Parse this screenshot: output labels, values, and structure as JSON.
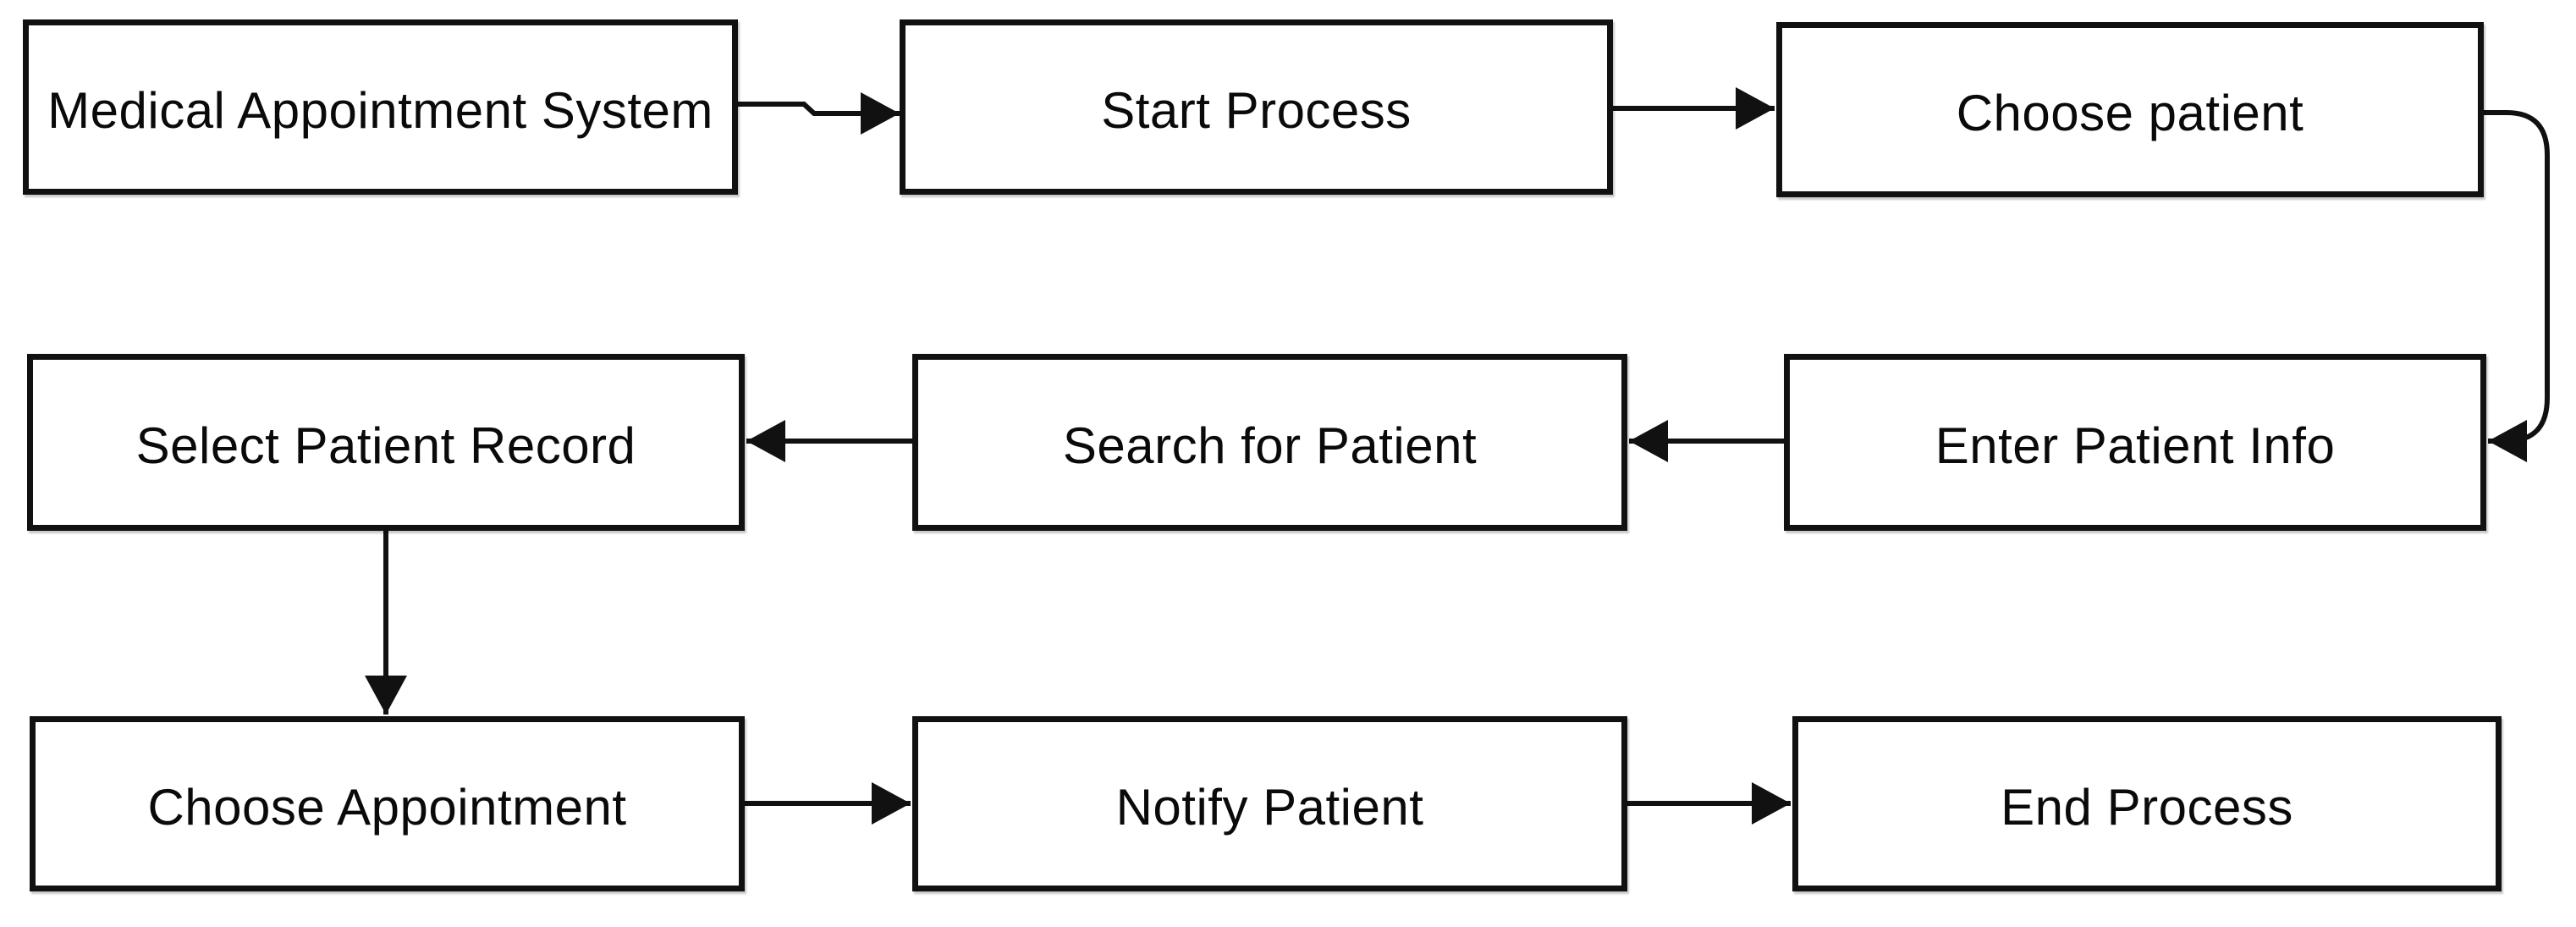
{
  "diagram": {
    "type": "flowchart",
    "nodes": [
      {
        "id": "medical-appointment-system",
        "label": "Medical Appointment System",
        "row": 1,
        "col": 1
      },
      {
        "id": "start-process",
        "label": "Start Process",
        "row": 1,
        "col": 2
      },
      {
        "id": "choose-patient",
        "label": "Choose patient",
        "row": 1,
        "col": 3
      },
      {
        "id": "select-patient-record",
        "label": "Select Patient Record",
        "row": 2,
        "col": 1
      },
      {
        "id": "search-for-patient",
        "label": "Search for Patient",
        "row": 2,
        "col": 2
      },
      {
        "id": "enter-patient-info",
        "label": "Enter Patient Info",
        "row": 2,
        "col": 3
      },
      {
        "id": "choose-appointment",
        "label": "Choose Appointment",
        "row": 3,
        "col": 1
      },
      {
        "id": "notify-patient",
        "label": "Notify Patient",
        "row": 3,
        "col": 2
      },
      {
        "id": "end-process",
        "label": "End Process",
        "row": 3,
        "col": 3
      }
    ],
    "edges": [
      {
        "from": "medical-appointment-system",
        "to": "start-process"
      },
      {
        "from": "start-process",
        "to": "choose-patient"
      },
      {
        "from": "choose-patient",
        "to": "enter-patient-info"
      },
      {
        "from": "enter-patient-info",
        "to": "search-for-patient"
      },
      {
        "from": "search-for-patient",
        "to": "select-patient-record"
      },
      {
        "from": "select-patient-record",
        "to": "choose-appointment"
      },
      {
        "from": "choose-appointment",
        "to": "notify-patient"
      },
      {
        "from": "notify-patient",
        "to": "end-process"
      }
    ]
  },
  "colors": {
    "background": "#ffffff",
    "node_fill": "#ffffff",
    "node_border": "#111111",
    "connector": "#111111",
    "text": "#0a0a0a"
  }
}
